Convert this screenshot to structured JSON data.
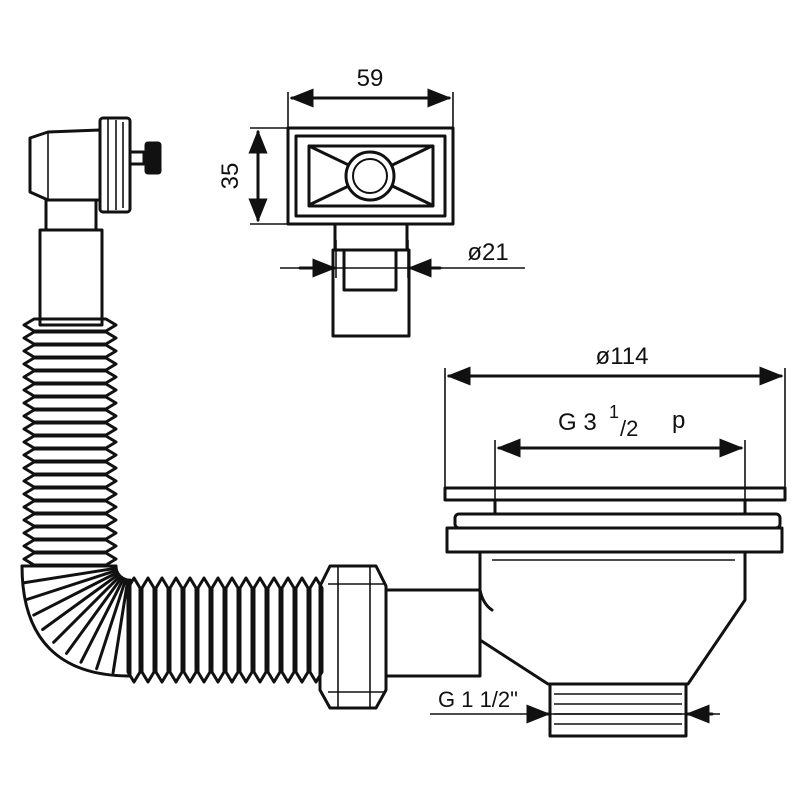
{
  "labels": {
    "width_59": "59",
    "height_35": "35",
    "dia_21": "ø21",
    "dia_114": "ø114",
    "thread_g": "G 3",
    "thread_frac_num": "1",
    "thread_frac_den": "/2",
    "thread_p": "p",
    "thread_g112": "G 1 1/2\""
  },
  "colors": {
    "line": "#111111",
    "background": "#ffffff"
  }
}
